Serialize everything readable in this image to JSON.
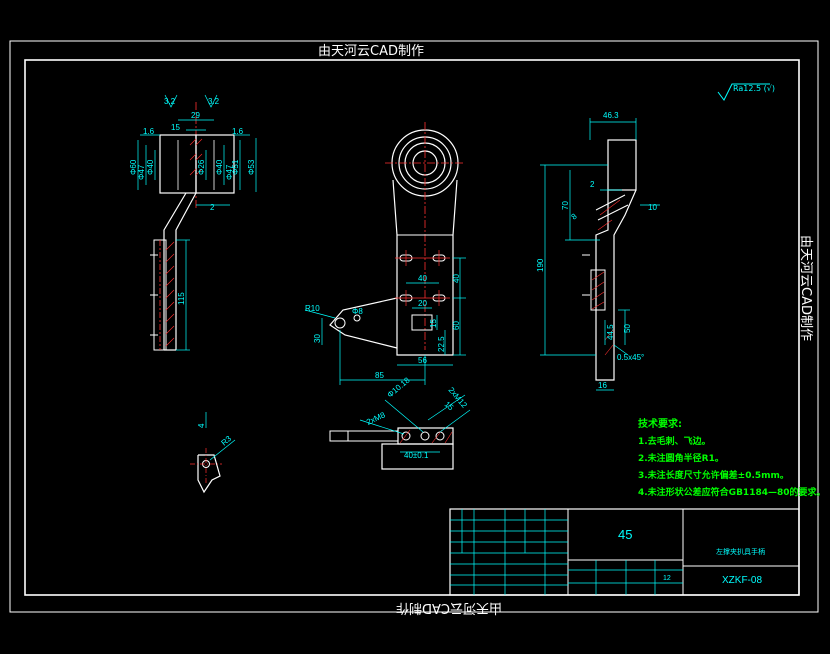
{
  "watermark": "由天河云CAD制作",
  "roughness": "Ra12.5 (√)",
  "dims": {
    "left_view": [
      "3.2",
      "3.2",
      "29",
      "15",
      "1.6",
      "1.6",
      "2",
      "115",
      "Φ60",
      "Φ47",
      "Φ40",
      "Φ26",
      "Φ40",
      "Φ47",
      "Φ51",
      "Φ53"
    ],
    "main_view": [
      "R10",
      "Φ8",
      "30",
      "40",
      "40",
      "20",
      "15",
      "60",
      "22.5",
      "56",
      "85"
    ],
    "bottom_view": [
      "Φ10.18",
      "2xM8",
      "2xM12",
      "15",
      "40±0.1"
    ],
    "right_view": [
      "46.3",
      "2",
      "70",
      "8",
      "10",
      "190",
      "50",
      "44.5",
      "0.5x45°",
      "16"
    ],
    "small_detail": [
      "R3",
      "4"
    ]
  },
  "tech": {
    "title": "技术要求:",
    "items": [
      "1.去毛刺、飞边。",
      "2.未注圆角半径R1。",
      "3.未注长度尺寸允许偏差±0.5mm。",
      "4.未注形状公差应符合GB1184—80的要求。"
    ]
  },
  "title_block": {
    "material": "45",
    "part_name": "左撑夹扒具手柄",
    "drawing_no": "XZKF-08",
    "scale": "12"
  },
  "colors": {
    "frame": "#ffffff",
    "outline": "#ffffff",
    "dimension": "#00ffff",
    "center": "#ff3030",
    "note": "#00ff00",
    "title_frame": "#00ffff",
    "hatch": "#ff3030"
  }
}
